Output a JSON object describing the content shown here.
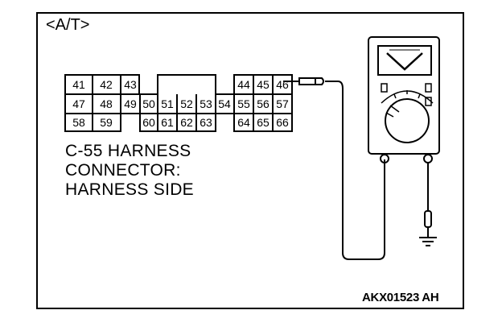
{
  "diagram": {
    "system_label": "<A/T>",
    "connector_label": [
      "C-55 HARNESS",
      "CONNECTOR:",
      "HARNESS SIDE"
    ],
    "figure_id": "AKX01523 AH",
    "pins": {
      "row1": [
        "41",
        "42",
        "43",
        "44",
        "45",
        "46"
      ],
      "row2": [
        "47",
        "48",
        "49",
        "50",
        "51",
        "52",
        "53",
        "54",
        "55",
        "56",
        "57"
      ],
      "row3": [
        "58",
        "59",
        "60",
        "61",
        "62",
        "63",
        "64",
        "65",
        "66"
      ]
    },
    "meter_icons": [
      "voltmeter-icon",
      "ground-icon"
    ]
  }
}
